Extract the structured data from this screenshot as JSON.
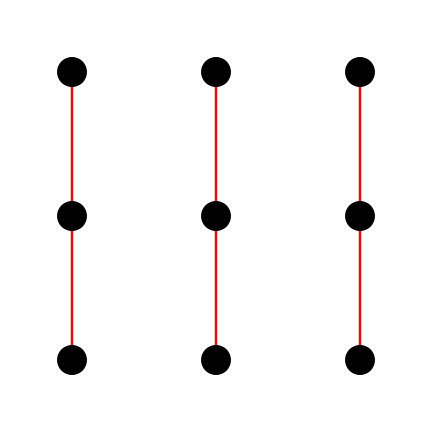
{
  "diagram": {
    "type": "grid-graph",
    "rows": 3,
    "columns": 3,
    "node_color": "#000000",
    "edge_color": "#e01010",
    "background_color": "#ffffff",
    "edges": [
      {
        "from": [
          0,
          0
        ],
        "to": [
          1,
          0
        ]
      },
      {
        "from": [
          1,
          0
        ],
        "to": [
          2,
          0
        ]
      },
      {
        "from": [
          0,
          1
        ],
        "to": [
          1,
          1
        ]
      },
      {
        "from": [
          1,
          1
        ],
        "to": [
          2,
          1
        ]
      },
      {
        "from": [
          0,
          2
        ],
        "to": [
          1,
          2
        ]
      },
      {
        "from": [
          1,
          2
        ],
        "to": [
          2,
          2
        ]
      }
    ]
  }
}
